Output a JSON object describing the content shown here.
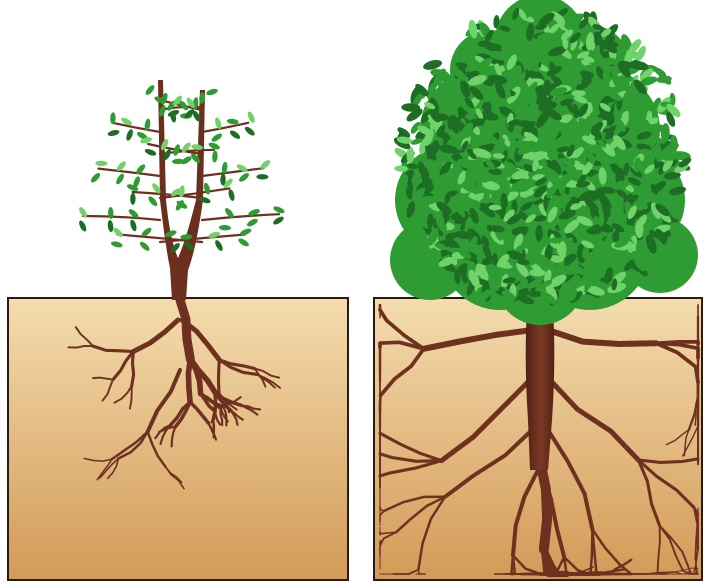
{
  "scene": {
    "subject": "tree-growth-comparison",
    "panels": [
      {
        "name": "young-tree-panel",
        "tree": "young-tree",
        "roots": "small-root-system"
      },
      {
        "name": "mature-tree-panel",
        "tree": "mature-tree",
        "roots": "large-root-system"
      }
    ],
    "colors": {
      "soil_top": "#f4dcae",
      "soil_bottom": "#d29a57",
      "soil_border": "#2b1a10",
      "trunk": "#6b2f1d",
      "root": "#6e301f",
      "leaf_light": "#6fd36a",
      "leaf_mid": "#2f9c33",
      "leaf_dark": "#1d6e24",
      "background": "#ffffff"
    }
  }
}
